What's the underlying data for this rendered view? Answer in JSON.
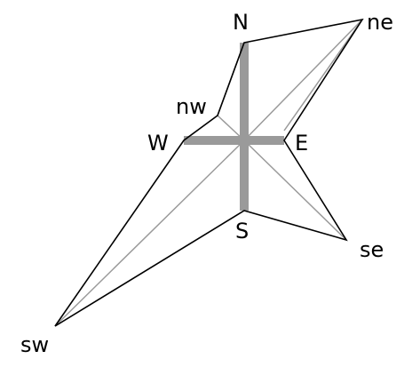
{
  "labels": {
    "n": "N",
    "ne": "ne",
    "nw": "nw",
    "w": "W",
    "e": "E",
    "s": "S",
    "se": "se",
    "sw": "sw"
  },
  "colors": {
    "outline": "#000000",
    "inner_lines": "#9a9a9a",
    "cross_bars": "#9a9a9a",
    "background": "#ffffff"
  }
}
